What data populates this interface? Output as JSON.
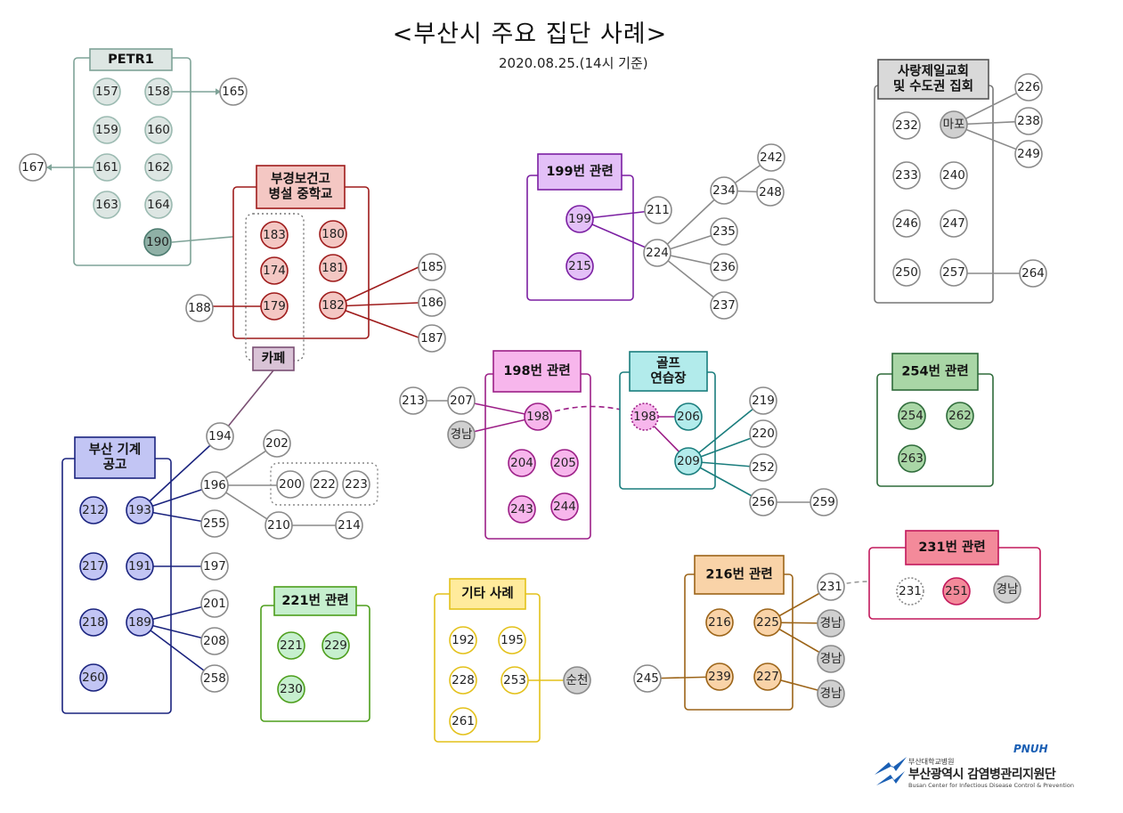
{
  "title": "<부산시 주요 집단 사례>",
  "subtitle": "2020.08.25.(14시 기준)",
  "groups": {
    "petr1": {
      "label": "PETR1",
      "fill": "#dde6e3",
      "stroke": "#7fa398",
      "nodes": [
        "157",
        "158",
        "159",
        "160",
        "161",
        "162",
        "163",
        "164",
        "190"
      ],
      "external": [
        "165",
        "167"
      ]
    },
    "school": {
      "label": [
        "부경보건고",
        "병설 중학교"
      ],
      "fill": "#f4c7c3",
      "stroke": "#9e1b1b",
      "nodes": [
        "183",
        "180",
        "174",
        "181",
        "179",
        "182"
      ],
      "external": [
        "188",
        "185",
        "186",
        "187"
      ]
    },
    "cafe": {
      "label": "카페",
      "fill": "#d9c3d6",
      "stroke": "#7a4f73"
    },
    "busan_machine": {
      "label": [
        "부산 기계",
        "공고"
      ],
      "fill": "#c2c5f4",
      "stroke": "#1a237e",
      "nodes": [
        "212",
        "193",
        "217",
        "191",
        "218",
        "189",
        "260"
      ],
      "external": [
        "194",
        "196",
        "255",
        "197",
        "201",
        "208",
        "258",
        "202",
        "210",
        "214"
      ]
    },
    "cluster200": {
      "nodes": [
        "200",
        "222",
        "223"
      ]
    },
    "g221": {
      "label": "221번 관련",
      "fill": "#c6efce",
      "stroke": "#4d9e1c",
      "nodes": [
        "221",
        "229",
        "230"
      ]
    },
    "g199": {
      "label": "199번 관련",
      "fill": "#e3c0f7",
      "stroke": "#7b1fa2",
      "nodes": [
        "199",
        "215"
      ],
      "external": [
        "211",
        "224",
        "234",
        "235",
        "236",
        "237",
        "242",
        "248"
      ]
    },
    "g198": {
      "label": "198번  관련",
      "fill": "#f7b6ec",
      "stroke": "#9c1f87",
      "nodes": [
        "198",
        "204",
        "205",
        "243",
        "244"
      ],
      "external": [
        "213",
        "207",
        "경남"
      ]
    },
    "golf": {
      "label": [
        "골프",
        "연습장"
      ],
      "fill": "#b2ebeb",
      "stroke": "#1a7d7d",
      "nodes": [
        "198",
        "206",
        "209"
      ],
      "external": [
        "219",
        "220",
        "252",
        "256",
        "259"
      ]
    },
    "other": {
      "label": "기타 사례",
      "fill": "#ffeb9c",
      "stroke": "#e3c11a",
      "nodes": [
        "192",
        "195",
        "228",
        "253",
        "261"
      ],
      "external": [
        "순천"
      ]
    },
    "g216": {
      "label": "216번 관련",
      "fill": "#f9d3a8",
      "stroke": "#9c6418",
      "nodes": [
        "216",
        "225",
        "239",
        "227"
      ],
      "external": [
        "245",
        "231",
        "경남",
        "경남",
        "경남"
      ]
    },
    "g231": {
      "label": "231번 관련",
      "fill": "#f38a9a",
      "stroke": "#c2185b",
      "nodes": [
        "231",
        "251",
        "경남"
      ]
    },
    "g254": {
      "label": "254번 관련",
      "fill": "#a9d6a6",
      "stroke": "#2e6b3a",
      "nodes": [
        "254",
        "262",
        "263"
      ]
    },
    "church": {
      "label": [
        "사랑제일교회",
        "및 수도권 집회"
      ],
      "fill": "#d9d9d9",
      "stroke": "#555555",
      "nodes": [
        "232",
        "마포",
        "233",
        "240",
        "246",
        "247",
        "250",
        "257"
      ],
      "external": [
        "226",
        "238",
        "249",
        "264"
      ]
    }
  },
  "logo": {
    "line1": "부산대학교병원",
    "line2": "부산광역시 감염병관리지원단",
    "line3": "Busan Center for Infectious Disease Control & Prevention",
    "pnu": "PNUH"
  }
}
